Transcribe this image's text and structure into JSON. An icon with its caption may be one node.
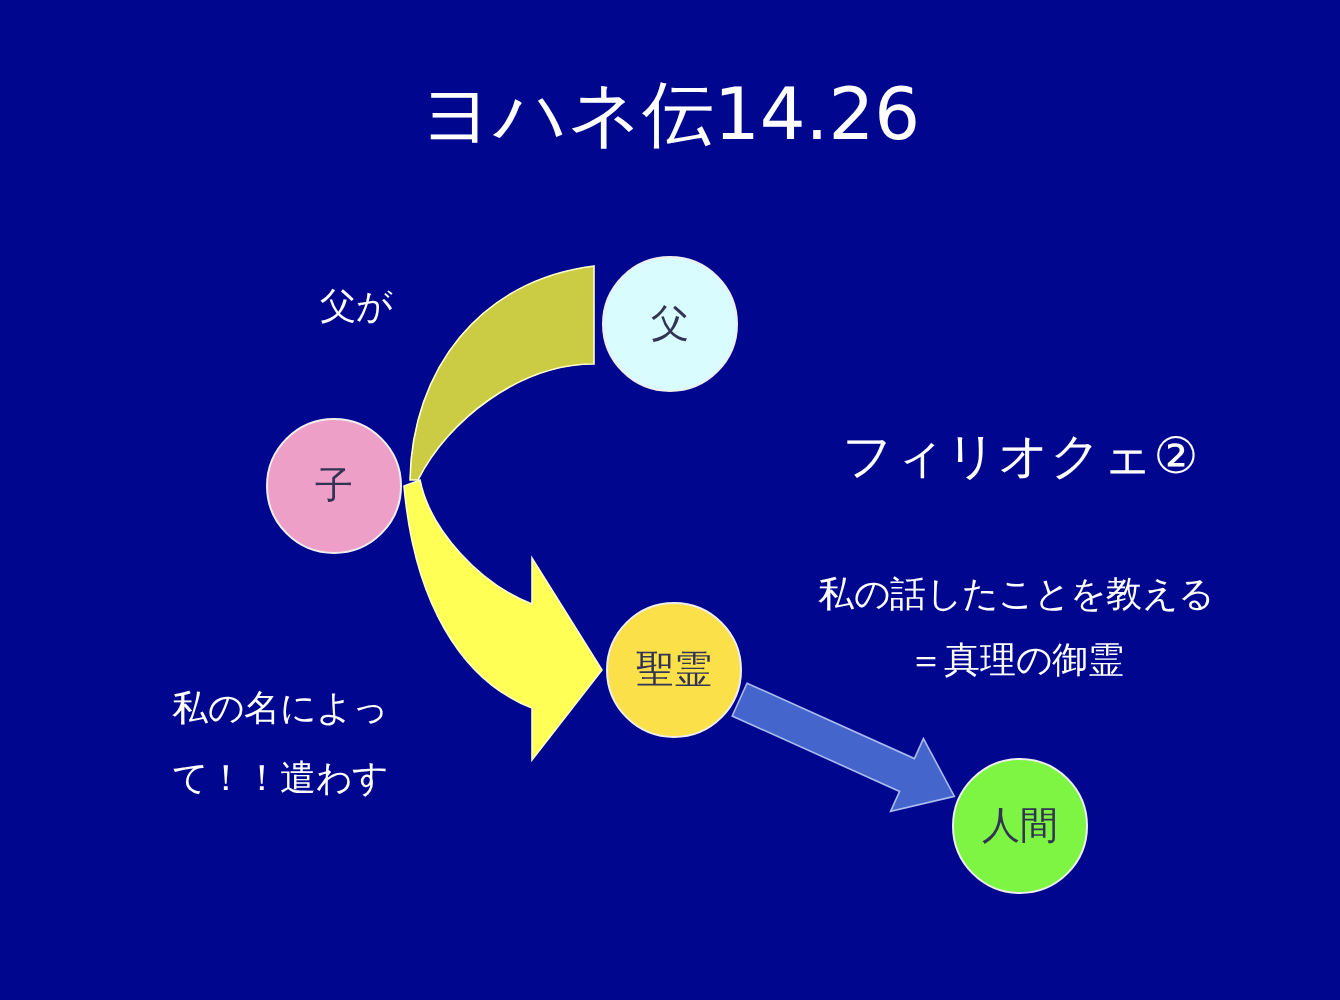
{
  "diagram": {
    "title": "ヨハネ伝14.26",
    "nodes": [
      {
        "text": [
          "父"
        ]
      },
      {
        "text": [
          "子"
        ]
      },
      {
        "text": [
          "聖霊"
        ]
      },
      {
        "text": [
          "人間"
        ]
      }
    ],
    "edges": [
      {
        "from": 0,
        "to": 1,
        "arrow": "none",
        "color": "#cccc44"
      },
      {
        "from": 1,
        "to": 2,
        "arrow": "to",
        "color": "#ffff55"
      },
      {
        "from": 2,
        "to": 3,
        "arrow": "to",
        "color": "#4466cc"
      }
    ],
    "labels": [
      "父が",
      "フィリオクェ②",
      "私の話したことを教える",
      "＝真理の御霊",
      "私の名によって！！遣わす"
    ]
  }
}
